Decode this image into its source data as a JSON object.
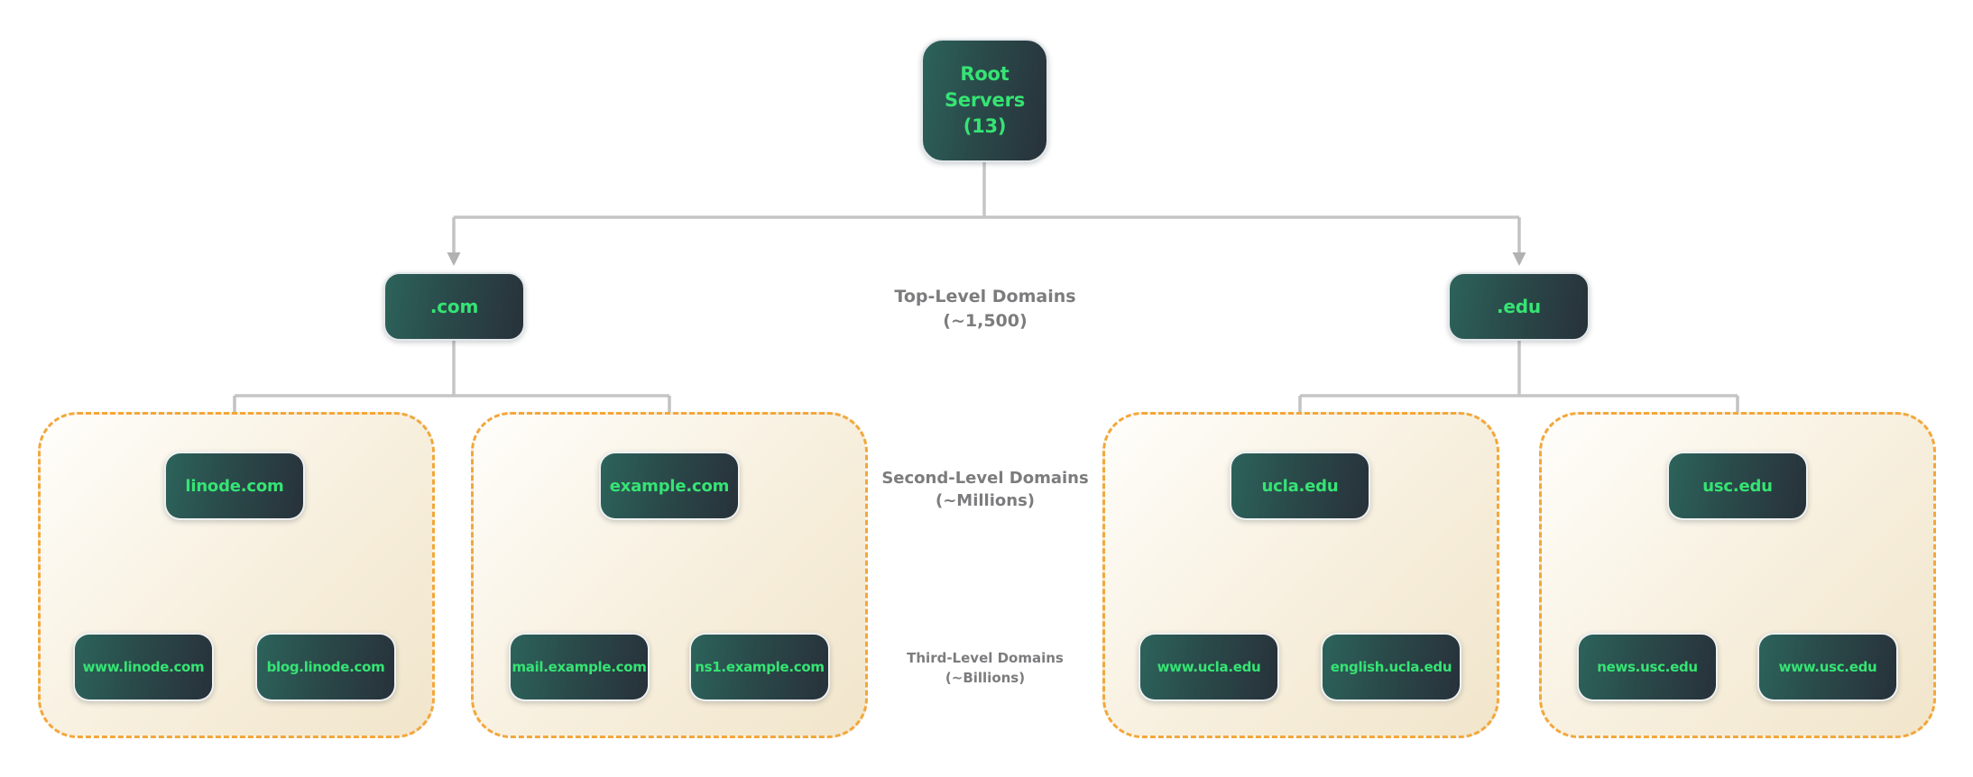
{
  "diagram": {
    "root": {
      "label": "Root\nServers\n(13)"
    },
    "levels": {
      "top": {
        "title": "Top-Level Domains",
        "subtitle": "(~1,500)"
      },
      "second": {
        "title": "Second-Level Domains",
        "subtitle": "(~Millions)"
      },
      "third": {
        "title": "Third-Level Domains",
        "subtitle": "(~Billions)"
      }
    },
    "tlds": [
      {
        "label": ".com"
      },
      {
        "label": ".edu"
      }
    ],
    "groups": [
      {
        "parent": "linode.com",
        "children": [
          "www.linode.com",
          "blog.linode.com"
        ]
      },
      {
        "parent": "example.com",
        "children": [
          "mail.example.com",
          "ns1.example.com"
        ]
      },
      {
        "parent": "ucla.edu",
        "children": [
          "www.ucla.edu",
          "english.ucla.edu"
        ]
      },
      {
        "parent": "usc.edu",
        "children": [
          "news.usc.edu",
          "www.usc.edu"
        ]
      }
    ],
    "colors": {
      "node_gradient_start": "#2c635b",
      "node_gradient_end": "#28313a",
      "node_text_green": "#35e473",
      "group_border_amber": "#f2a73b",
      "group_bg_start": "#fffefb",
      "group_bg_end": "#f1e5cb",
      "connector_gray": "#c5c5c5",
      "arrowhead_gray": "#b2b2b2",
      "label_gray": "#7c7c7e"
    }
  }
}
